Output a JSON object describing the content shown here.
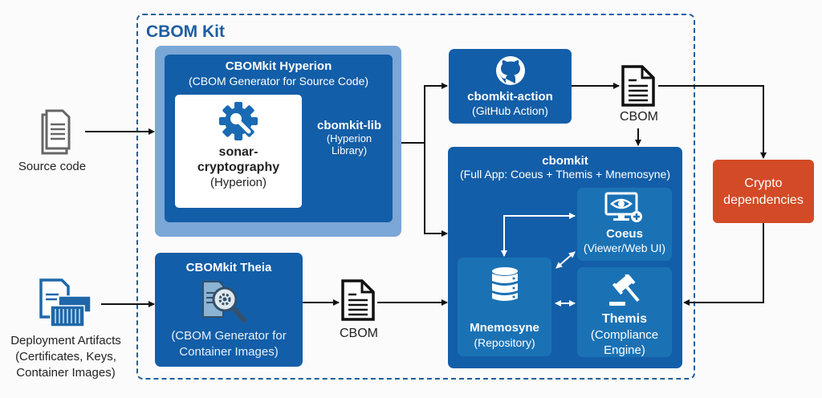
{
  "kit": {
    "title": "CBOM Kit"
  },
  "inputs": {
    "source": {
      "label": "Source code"
    },
    "deploy": {
      "label_lines": [
        "Deployment Artifacts",
        "(Certificates, Keys,",
        "Container Images)"
      ]
    }
  },
  "hyperion": {
    "title": "CBOMkit Hyperion",
    "subtitle": "(CBOM Generator for Source Code)",
    "sonar": {
      "title_lines": [
        "sonar-",
        "cryptography"
      ],
      "subtitle": "(Hyperion)"
    },
    "lib": {
      "title": "cbomkit-lib",
      "subtitle_lines": [
        "(Hyperion",
        "Library)"
      ]
    }
  },
  "theia": {
    "title": "CBOMkit Theia",
    "subtitle_lines": [
      "(CBOM Generator for",
      "Container Images)"
    ]
  },
  "action": {
    "title": "cbomkit-action",
    "subtitle": "(GitHub Action)"
  },
  "cbom_docs": {
    "top_label": "CBOM",
    "bottom_label": "CBOM"
  },
  "app": {
    "title": "cbomkit",
    "subtitle": "(Full App: Coeus + Themis + Mnemosyne)",
    "coeus": {
      "title": "Coeus",
      "subtitle": "(Viewer/Web UI)"
    },
    "mnemosyne": {
      "title": "Mnemosyne",
      "subtitle": "(Repository)"
    },
    "themis": {
      "title": "Themis",
      "subtitle_lines": [
        "(Compliance",
        "Engine)"
      ]
    }
  },
  "crypto": {
    "label_lines": [
      "Crypto",
      "dependencies"
    ]
  },
  "colors": {
    "primary": "#135ea8",
    "accent_red": "#d24a26",
    "outline": "#1f5d9e"
  }
}
